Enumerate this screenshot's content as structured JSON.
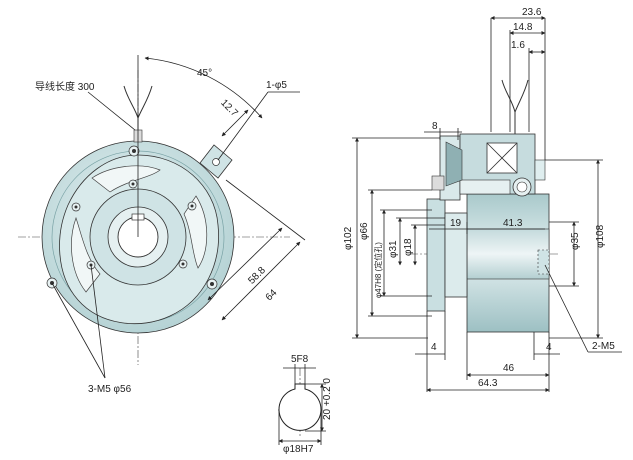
{
  "front_view": {
    "lead_wire_label": "导线长度 300",
    "angle_label": "45°",
    "hole_label": "1-φ5",
    "dim_12_7": "12.7",
    "dim_58_8": "58.8",
    "dim_64": "64",
    "screw_label": "3-M5 φ56"
  },
  "side_view": {
    "dim_23_6": "23.6",
    "dim_14_8": "14.8",
    "dim_1_6": "1.6",
    "dim_8": "8",
    "dim_19": "19",
    "dim_41_3": "41.3",
    "dim_phi102": "φ102",
    "dim_phi66": "φ66",
    "dim_phi47": "φ47H8 (定位孔)",
    "dim_phi31": "φ31",
    "dim_phi18": "φ18",
    "dim_phi35": "φ35",
    "dim_phi108": "φ108",
    "dim_4_left": "4",
    "dim_4_right": "4",
    "dim_46": "46",
    "dim_64_3": "64.3",
    "screw_label": "2-M5"
  },
  "keyway_view": {
    "dim_5": "5F8",
    "dim_20": "20 +0.2 0",
    "dim_phi18": "φ18H7"
  },
  "colors": {
    "body_fill": "#cfe3e5",
    "body_dark": "#9fc3c6",
    "line": "#222222"
  }
}
